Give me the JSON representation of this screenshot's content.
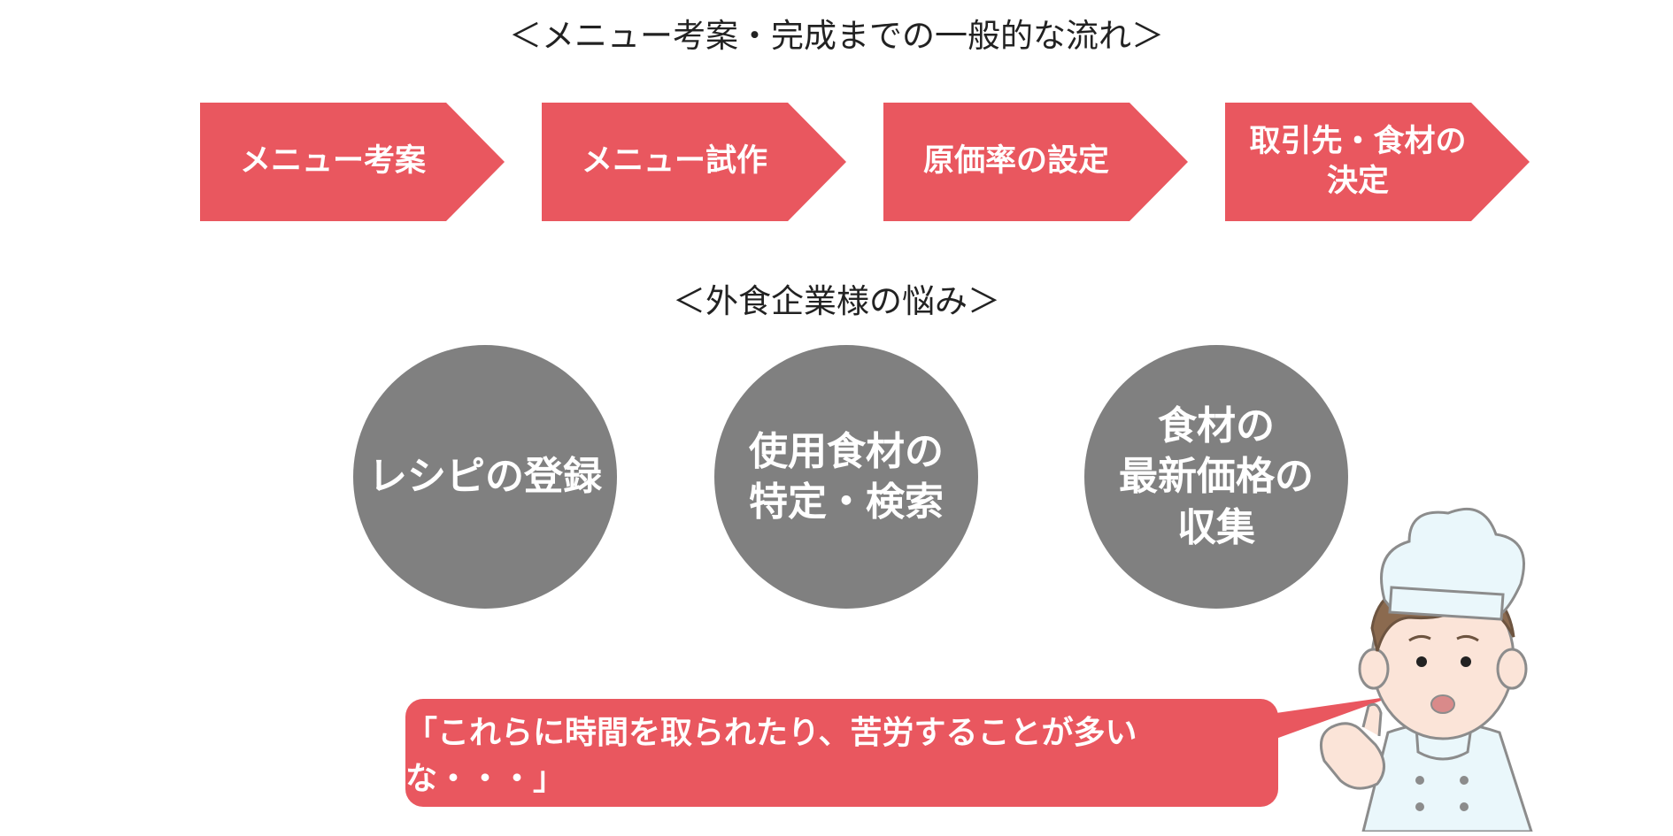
{
  "headings": {
    "flow": "＜メニュー考案・完成までの一般的な流れ＞",
    "issues": "＜外食企業様の悩み＞"
  },
  "flow_steps": [
    {
      "label": "メニュー考案"
    },
    {
      "label": "メニュー試作"
    },
    {
      "label": "原価率の設定"
    },
    {
      "label": "取引先・食材の\n決定"
    }
  ],
  "issues": [
    {
      "label": "レシピの登録"
    },
    {
      "label": "使用食材の\n特定・検索"
    },
    {
      "label": "食材の\n最新価格の\n収集"
    }
  ],
  "speech": "「これらに時間を取られたり、苦労することが多いな・・・」",
  "colors": {
    "flow_arrow": "#e9575f",
    "issue_circle": "#808080",
    "speech_bubble": "#e9575f",
    "text_light": "#ffffff"
  },
  "icons": {
    "character": "chef-icon"
  }
}
